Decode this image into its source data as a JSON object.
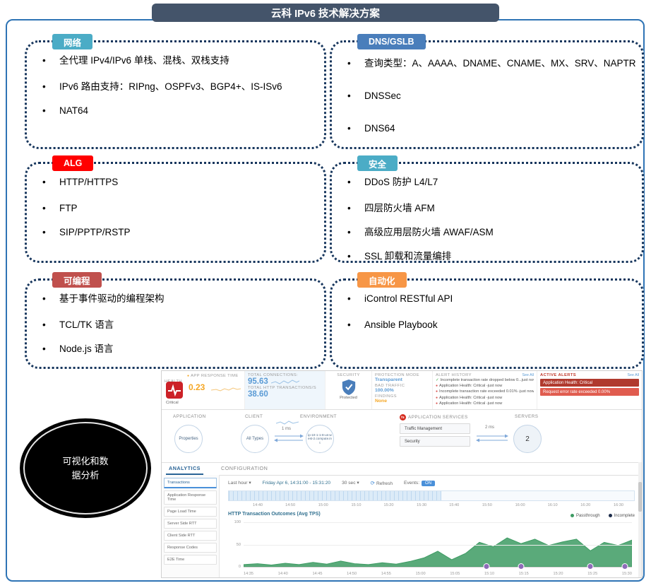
{
  "slide": {
    "title": "云科 IPv6 技术解决方案",
    "callout": "可视化和数据分析",
    "boxes": [
      {
        "id": "network",
        "header": "网络",
        "color": "#4bacc6",
        "bullets": [
          "全代理 IPv4/IPv6 单栈、混栈、双栈支持",
          "IPv6 路由支持：RIPng、OSPFv3、BGP4+、IS-ISv6",
          "NAT64"
        ]
      },
      {
        "id": "dns-gslb",
        "header": "DNS/GSLB",
        "color": "#4a7ebb",
        "bullets": [
          "查询类型：A、AAAA、DNAME、CNAME、MX、SRV、NAPTR",
          "DNSSec",
          "DNS64"
        ]
      },
      {
        "id": "alg",
        "header": "ALG",
        "color": "#ff0000",
        "bullets": [
          "HTTP/HTTPS",
          "FTP",
          "SIP/PPTP/RSTP"
        ]
      },
      {
        "id": "security",
        "header": "安全",
        "color": "#4bacc6",
        "bullets": [
          "DDoS 防护 L4/L7",
          "四层防火墙 AFM",
          "高级应用层防火墙 AWAF/ASM",
          "SSL 卸载和流量编排"
        ]
      },
      {
        "id": "programmable",
        "header": "可编程",
        "color": "#c0504d",
        "bullets": [
          "基于事件驱动的编程架构",
          "TCL/TK 语言",
          "Node.js 语言"
        ]
      },
      {
        "id": "automation",
        "header": "自动化",
        "color": "#f79646",
        "bullets": [
          "iControl RESTful API",
          "Ansible Playbook"
        ]
      }
    ]
  },
  "dashboard": {
    "health": {
      "section_label": "HEALTH",
      "status": "Critical",
      "app_response_time_label": "APP RESPONSE TIME",
      "app_response_time_value": "0.23",
      "total_connections_label": "TOTAL CONNECTIONS:",
      "total_connections_value": "95.63",
      "total_http_label": "TOTAL HTTP TRANSACTIONS/S",
      "total_http_value": "38.60"
    },
    "security": {
      "section_label": "SECURITY",
      "status": "Protected",
      "protection_mode_label": "PROTECTION MODE",
      "protection_mode_value": "Transparent",
      "bad_traffic_label": "BAD TRAFFIC",
      "bad_traffic_value": "100.00%",
      "findings_label": "FINDINGS",
      "findings_value": "None"
    },
    "alert_history": {
      "label": "ALERT HISTORY",
      "see_all": "See All",
      "items": [
        {
          "icon": "check",
          "text": "Incomplete transaction rate dropped below 0...just now"
        },
        {
          "icon": "dot",
          "text": "Application Health: Critical -just now"
        },
        {
          "icon": "dot",
          "text": "Incomplete transaction rate exceeded 0.01% -just now"
        },
        {
          "icon": "dot",
          "text": "Application Health: Critical -just now"
        },
        {
          "icon": "dot",
          "text": "Application Health: Critical -just now"
        }
      ]
    },
    "active_alerts": {
      "label": "ACTIVE ALERTS",
      "see_all": "See All",
      "items": [
        "Application Health: Critical",
        "Request error rate exceeded 0.00%"
      ]
    },
    "topology": {
      "application_label": "APPLICATION",
      "application_node": "Properties",
      "client_label": "CLIENT",
      "client_node": "All Types",
      "latency_client": "1 ms",
      "environment_label": "ENVIRONMENT",
      "environment_node": "ip-10-1-1-8-us-west-2.compute.int",
      "services_label": "APPLICATION SERVICES",
      "services_icon_label": "f5",
      "services": [
        "Traffic Management",
        "Security"
      ],
      "latency_server": "2 ms",
      "servers_label": "SERVERS",
      "servers_node": "2"
    },
    "analytics": {
      "tabs": [
        "ANALYTICS",
        "CONFIGURATION"
      ],
      "active_tab": "ANALYTICS",
      "sidebar": [
        "Transactions",
        "Application Response Time",
        "Page Load Time",
        "Server Side RTT",
        "Client Side RTT",
        "Response Codes",
        "E2E Time"
      ],
      "active_item": "Transactions",
      "range_label": "Last hour",
      "date_range": "Friday Apr 6, 14:31:00 - 15:31:20",
      "interval": "30 sec",
      "refresh_label": "Refresh",
      "events_label": "Events:",
      "events_state": "ON",
      "timeline_start": "14:31",
      "timeline_end": "16:35",
      "timeline_selection_end": "15:36",
      "timeline_ticks": [
        "14:40",
        "14:50",
        "15:00",
        "15:10",
        "15:20",
        "15:30",
        "15:40",
        "15:50",
        "16:00",
        "16:10",
        "16:20",
        "16:30"
      ]
    }
  },
  "chart_data": {
    "type": "area",
    "title": "HTTP Transaction Outcomes (Avg TPS)",
    "xlabel": "",
    "ylabel": "Avg TPS",
    "ylim": [
      0,
      100
    ],
    "yticks": [
      0,
      50,
      100
    ],
    "x": [
      "14:35",
      "14:37",
      "14:39",
      "14:41",
      "14:43",
      "14:45",
      "14:47",
      "14:49",
      "14:51",
      "14:53",
      "14:55",
      "14:57",
      "14:59",
      "15:01",
      "15:03",
      "15:05",
      "15:07",
      "15:09",
      "15:11",
      "15:13",
      "15:15",
      "15:17",
      "15:19",
      "15:21",
      "15:23",
      "15:25",
      "15:27",
      "15:29",
      "15:31"
    ],
    "series": [
      {
        "name": "Passthrough",
        "color": "#3d9b63",
        "values": [
          5,
          7,
          4,
          8,
          5,
          10,
          6,
          13,
          7,
          5,
          9,
          6,
          12,
          20,
          35,
          16,
          30,
          55,
          45,
          65,
          52,
          62,
          48,
          56,
          62,
          36,
          55,
          48,
          60
        ]
      },
      {
        "name": "Incomplete",
        "color": "#1c2b4a",
        "values": [
          0,
          0,
          0,
          0,
          0,
          0,
          0,
          0,
          0,
          0,
          0,
          0,
          0,
          0,
          0,
          0,
          0,
          0,
          0,
          0,
          0,
          0,
          0,
          0,
          0,
          0,
          0,
          0,
          0
        ]
      }
    ],
    "xticklabels": [
      "14:35",
      "14:40",
      "14:45",
      "14:50",
      "14:55",
      "15:00",
      "15:05",
      "15:10",
      "15:15",
      "15:20",
      "15:25",
      "15:30"
    ],
    "event_markers": [
      "15:10",
      "15:15",
      "15:25",
      "15:30"
    ],
    "legend_position": "top-right",
    "grid": true
  }
}
